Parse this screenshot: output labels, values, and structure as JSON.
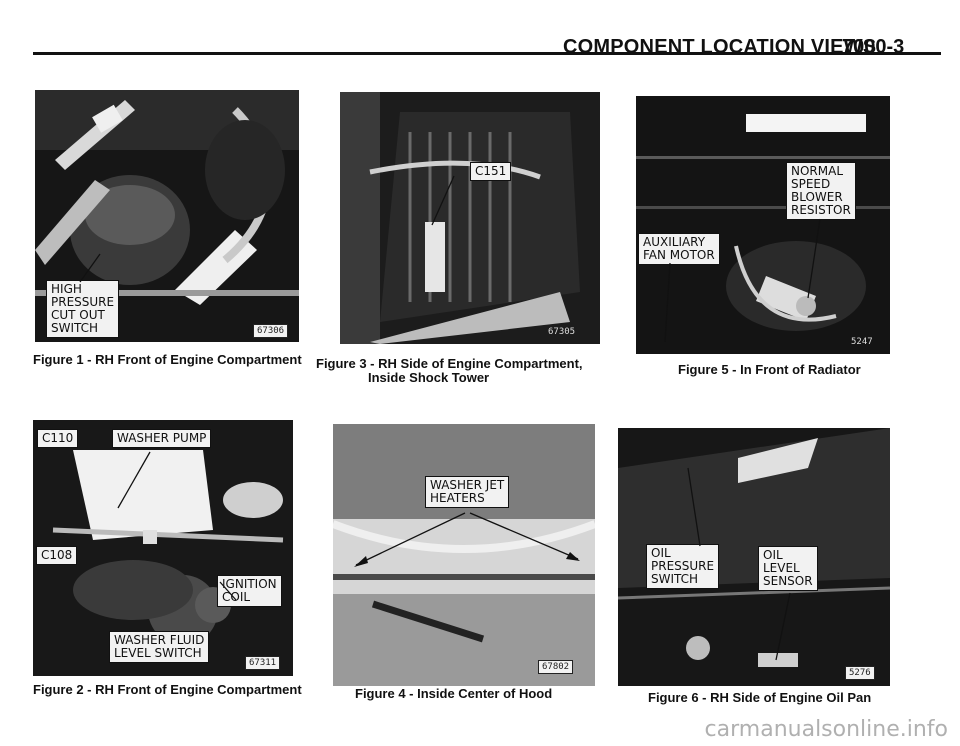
{
  "header": {
    "title": "COMPONENT LOCATION VIEWS",
    "page": "7000-3"
  },
  "figures": [
    {
      "caption": "Figure 1 - RH Front of Engine Compartment",
      "photo_no": "67306",
      "labels": [
        "HIGH\nPRESSURE\nCUT OUT\nSWITCH"
      ]
    },
    {
      "caption": "Figure 2 - RH Front of Engine Compartment",
      "photo_no": "67311",
      "labels": [
        "C110",
        "WASHER PUMP",
        "C108",
        "IGNITION\nCOIL",
        "WASHER FLUID\nLEVEL SWITCH"
      ]
    },
    {
      "caption_line1": "Figure 3 - RH Side of Engine Compartment,",
      "caption_line2": "Inside Shock Tower",
      "photo_no": "67305",
      "labels": [
        "C151"
      ]
    },
    {
      "caption": "Figure 4 - Inside Center of Hood",
      "photo_no": "67802",
      "labels": [
        "WASHER JET\nHEATERS"
      ]
    },
    {
      "caption": "Figure 5 - In Front of Radiator",
      "photo_no": "5247",
      "labels": [
        "NORMAL\nSPEED\nBLOWER\nRESISTOR",
        "AUXILIARY\nFAN MOTOR"
      ]
    },
    {
      "caption": "Figure 6 - RH Side of Engine Oil Pan",
      "photo_no": "5276",
      "labels": [
        "OIL\nPRESSURE\nSWITCH",
        "OIL\nLEVEL\nSENSOR"
      ]
    }
  ],
  "watermark": "carmanualsonline.info"
}
